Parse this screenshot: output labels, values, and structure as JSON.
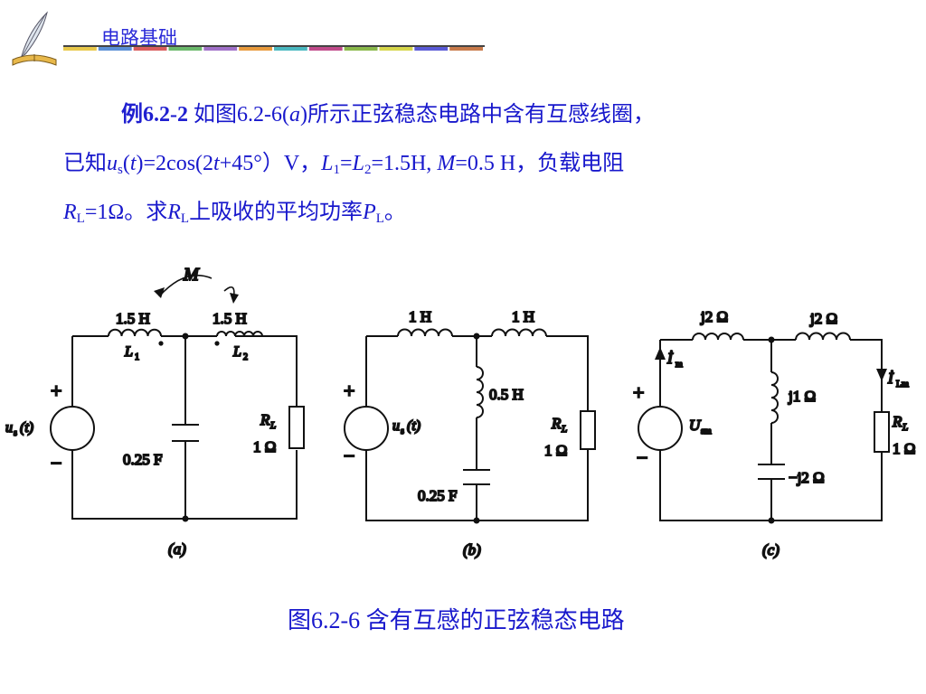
{
  "header": {
    "title": "电路基础",
    "bar_colors": [
      "#e8c84a",
      "#5a8fd6",
      "#d95c5c",
      "#6ab86a",
      "#a070c8",
      "#e89a3c",
      "#4ab8c0",
      "#c04a8a",
      "#8ab84a",
      "#d6d64a",
      "#5a5ad6",
      "#c87a4a"
    ]
  },
  "problem": {
    "label": "例6.2-2",
    "l1_a": "如图6.2-6(",
    "l1_b": "a",
    "l1_c": ")所示正弦稳态电路中含有互感线圈，",
    "l2_a": "已知",
    "l2_u": "u",
    "l2_s": "s",
    "l2_b": "(",
    "l2_t": "t",
    "l2_c": ")=2cos(2",
    "l2_t2": "t",
    "l2_d": "+45°）V，",
    "l2_L1": "L",
    "l2_1": "1",
    "l2_eq": "=",
    "l2_L2": "L",
    "l2_2": "2",
    "l2_e": "=1.5H, ",
    "l2_M": "M",
    "l2_f": "=0.5 H，负载电阻",
    "l3_R": "R",
    "l3_L": "L",
    "l3_a": "=1Ω。求",
    "l3_R2": "R",
    "l3_L2": "L",
    "l3_b": "上吸收的平均功率",
    "l3_P": "P",
    "l3_L3": "L",
    "l3_c": "。"
  },
  "circuit_a": {
    "M": "M",
    "L1_val": "1.5 H",
    "L2_val": "1.5 H",
    "L1_name": "L",
    "L1_sub": "1",
    "L2_name": "L",
    "L2_sub": "2",
    "plus": "+",
    "minus": "−",
    "source": "u",
    "source_sub": "s",
    "source_arg": "(t)",
    "cap": "0.25 F",
    "RL": "R",
    "RL_sub": "L",
    "R_val": "1 Ω",
    "label": "(a)"
  },
  "circuit_b": {
    "L1_val": "1 H",
    "L2_val": "1 H",
    "Lm_val": "0.5 H",
    "plus": "+",
    "minus": "−",
    "source": "u",
    "source_sub": "s",
    "source_arg": "(t)",
    "cap": "0.25 F",
    "RL": "R",
    "RL_sub": "L",
    "R_val": "1 Ω",
    "label": "(b)"
  },
  "circuit_c": {
    "Z1": "j2 Ω",
    "Z2": "j2 Ω",
    "Zm": "j1 Ω",
    "Zc": "−j2 Ω",
    "Im": "İ",
    "Im_sub": "m",
    "ILm": "İ",
    "ILm_sub": "Lm",
    "plus": "+",
    "minus": "−",
    "source": "U",
    "source_sub": "sm",
    "RL": "R",
    "RL_sub": "L",
    "R_val": "1 Ω",
    "label": "(c)"
  },
  "caption": "图6.2-6 含有互感的正弦稳态电路"
}
